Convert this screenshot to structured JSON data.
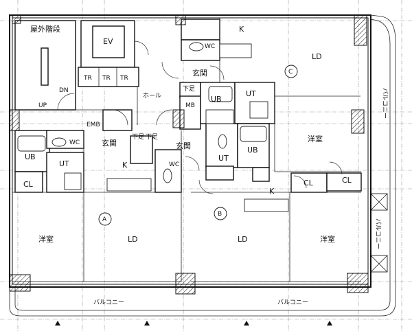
{
  "rooms": {
    "stairs": "屋外階段",
    "ev": "EV",
    "tr": [
      "TR",
      "TR",
      "TR"
    ],
    "dn": "DN",
    "up": "UP",
    "hall": "ホール",
    "mb": "MB",
    "emb": "EMB",
    "shoe_1": "下足",
    "shoe_2": "下足",
    "shoe_3": "下足",
    "genkan_top": "玄関",
    "genkan_a": "玄関",
    "genkan_b": "玄関",
    "k_top": "K",
    "ld_top": "LD",
    "wc_top": "WC",
    "ub_top": "UB",
    "ut_top": "UT",
    "youshitsu_right": "洋室",
    "wc_left": "WC",
    "ub_left": "UB",
    "ut_left": "UT",
    "cl_left": "CL",
    "k_a": "K",
    "wc_a": "WC",
    "youshitsu_a": "洋室",
    "ld_a": "LD",
    "ub_b": "UB",
    "ut_b": "UT",
    "cl_b1": "CL",
    "cl_b2": "CL",
    "k_b": "K",
    "ld_b": "LD",
    "youshitsu_b": "洋室"
  },
  "unit_markers": {
    "a": "A",
    "b": "B",
    "c": "C"
  },
  "balconies": {
    "bottom_left": "バルコニー",
    "bottom_right": "バルコニー",
    "right_top": "バルコニー",
    "right_bottom": "バルコニー"
  },
  "colors": {
    "line": "#111111",
    "grid": "#9a9a9a",
    "background": "#ffffff"
  }
}
